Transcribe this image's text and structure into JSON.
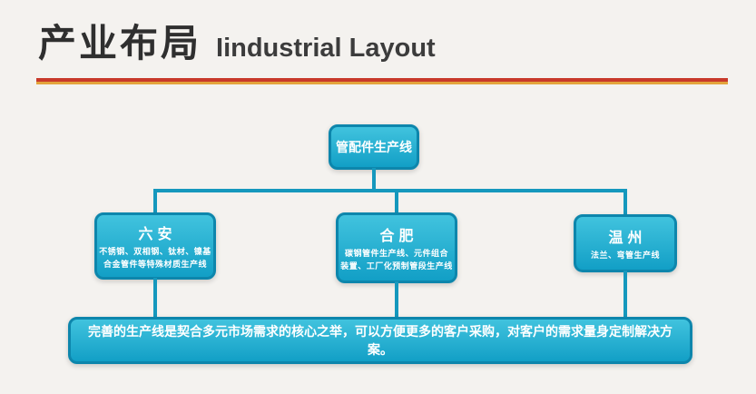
{
  "header": {
    "title_zh": "产业布局",
    "title_en": "Iindustrial Layout"
  },
  "colors": {
    "background": "#f4f2ef",
    "title_text": "#2f2f2f",
    "rule_red": "#c8392b",
    "rule_gold": "#e3a43c",
    "box_fill_top": "#41c3de",
    "box_fill_bottom": "#129fc6",
    "box_border": "#0d86ac",
    "connector": "#1598bd",
    "box_text": "#ffffff"
  },
  "diagram": {
    "root_label": "管配件生产线",
    "nodes": [
      {
        "title": "六安",
        "desc": "不锈钢、双相钢、钛材、镍基\n合金管件等特殊材质生产线"
      },
      {
        "title": "合肥",
        "desc": "碳钢管件生产线、元件组合\n装置、工厂化预制管段生产线"
      },
      {
        "title": "温州",
        "desc": "法兰、弯管生产线"
      }
    ],
    "summary": "完善的生产线是契合多元市场需求的核心之举，可以方便更多的客户采购，对客户的需求量身定制解决方案。"
  }
}
